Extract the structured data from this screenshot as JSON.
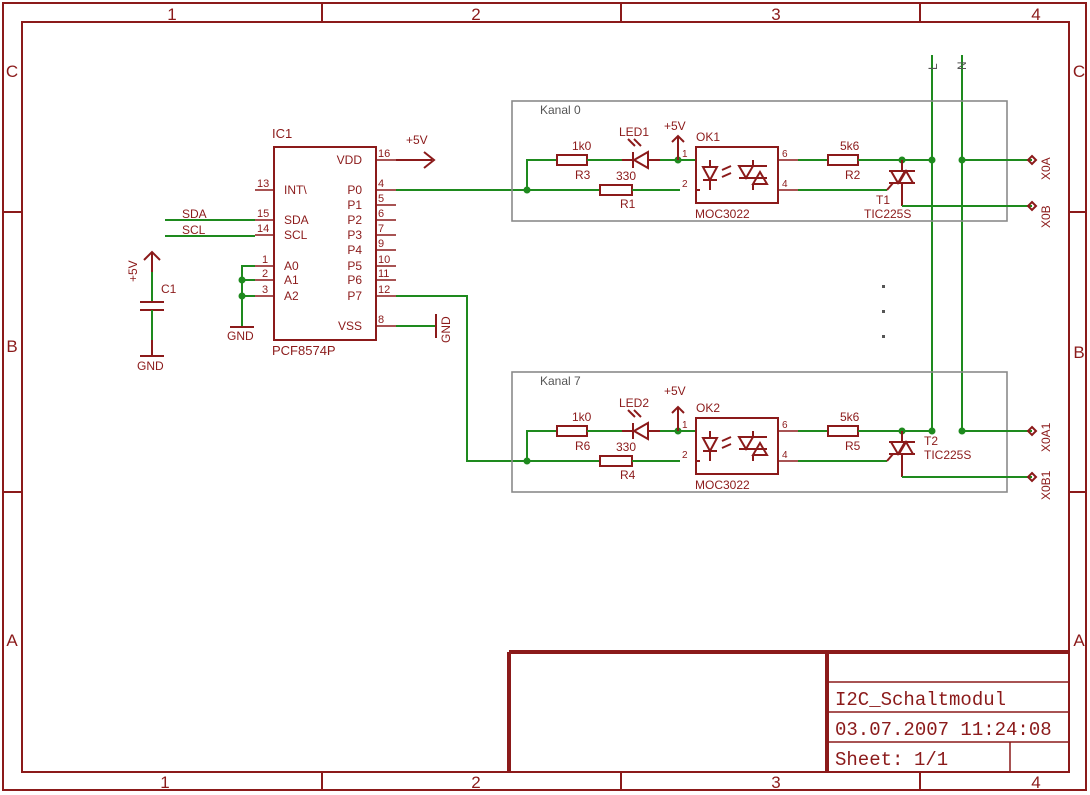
{
  "border": {
    "columns": [
      "1",
      "2",
      "3",
      "4"
    ],
    "rows": [
      "C",
      "B",
      "A"
    ]
  },
  "ic1": {
    "name": "IC1",
    "value": "PCF8574P",
    "pins_left": [
      {
        "num": "13",
        "label": "INT\\"
      },
      {
        "num": "15",
        "label": "SDA"
      },
      {
        "num": "14",
        "label": "SCL"
      },
      {
        "num": "1",
        "label": "A0"
      },
      {
        "num": "2",
        "label": "A1"
      },
      {
        "num": "3",
        "label": "A2"
      }
    ],
    "pins_right": [
      {
        "num": "16",
        "label": "VDD"
      },
      {
        "num": "4",
        "label": "P0"
      },
      {
        "num": "5",
        "label": "P1"
      },
      {
        "num": "6",
        "label": "P2"
      },
      {
        "num": "7",
        "label": "P3"
      },
      {
        "num": "9",
        "label": "P4"
      },
      {
        "num": "10",
        "label": "P5"
      },
      {
        "num": "11",
        "label": "P6"
      },
      {
        "num": "12",
        "label": "P7"
      },
      {
        "num": "8",
        "label": "VSS"
      }
    ]
  },
  "nets": {
    "sda": "SDA",
    "scl": "SCL",
    "vcc": "+5V",
    "gnd": "GND"
  },
  "c1": {
    "name": "C1"
  },
  "channels": [
    {
      "title": "Kanal 0",
      "led": "LED1",
      "r_led": "R3",
      "r_led_val": "1k0",
      "r_in": "R1",
      "r_in_val": "330",
      "opto": "OK1",
      "opto_val": "MOC3022",
      "r_gate": "R2",
      "r_gate_val": "5k6",
      "triac": "T1",
      "triac_val": "TIC225S",
      "pin1": "1",
      "pin2": "2",
      "pin6": "6",
      "pin4": "4",
      "out_a": "X0A",
      "out_b": "X0B"
    },
    {
      "title": "Kanal 7",
      "led": "LED2",
      "r_led": "R6",
      "r_led_val": "1k0",
      "r_in": "R4",
      "r_in_val": "330",
      "opto": "OK2",
      "opto_val": "MOC3022",
      "r_gate": "R5",
      "r_gate_val": "5k6",
      "triac": "T2",
      "triac_val": "TIC225S",
      "pin1": "1",
      "pin2": "2",
      "pin6": "6",
      "pin4": "4",
      "out_a": "X0A1",
      "out_b": "X0B1"
    }
  ],
  "mains": {
    "l": "L",
    "n": "N"
  },
  "title_block": {
    "name": "I2C_Schaltmodul",
    "date": "03.07.2007 11:24:08",
    "sheet_label": "Sheet:",
    "sheet_value": "1/1"
  }
}
